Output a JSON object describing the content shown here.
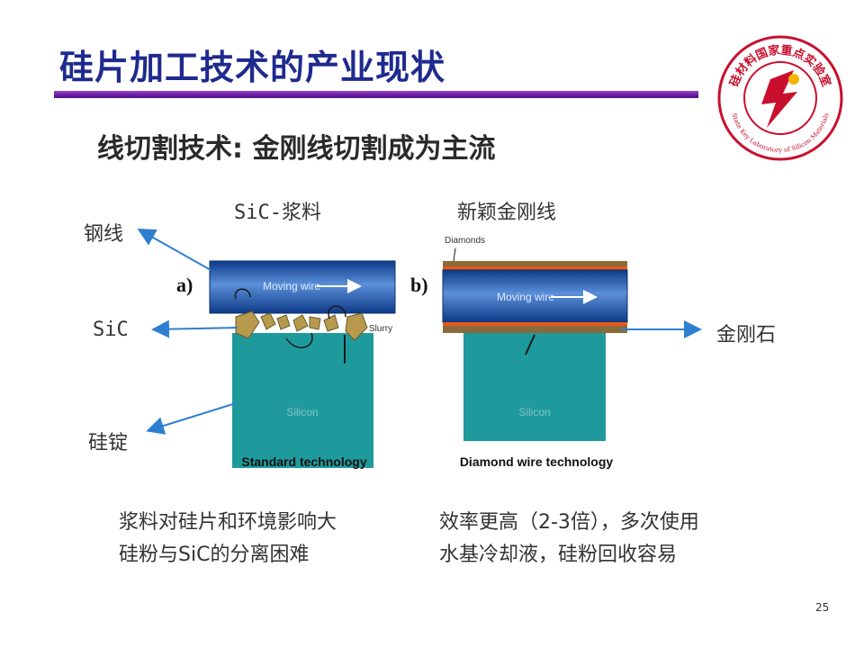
{
  "slide": {
    "title": "硅片加工技术的产业现状",
    "subtitle": "线切割技术: 金刚线切割成为主流",
    "page_number": "25"
  },
  "logo": {
    "text_cn": "硅材料国家重点实验室",
    "text_en": "State Key Laboratory of Silicon Materials"
  },
  "diagram": {
    "left_caption": "SiC-浆料",
    "right_caption": "新颖金刚线",
    "labels": {
      "steel_wire": "钢线",
      "sic": "SiC",
      "ingot": "硅锭",
      "diamond": "金刚石"
    },
    "panel_a": {
      "marker": "a)",
      "wire_text": "Moving wire",
      "slurry_text": "Slurry",
      "block_text": "Silicon",
      "caption": "Standard technology"
    },
    "panel_b": {
      "marker": "b)",
      "diamonds_text": "Diamonds",
      "wire_text": "Moving wire",
      "block_text": "Silicon",
      "caption": "Diamond wire technology"
    }
  },
  "notes": {
    "left": [
      "浆料对硅片和环境影响大",
      "硅粉与SiC的分离困难"
    ],
    "right": [
      "效率更高（2-3倍），多次使用",
      "水基冷却液，硅粉回收容易"
    ]
  },
  "colors": {
    "title": "#1f2a8f",
    "title_bar": "#6a1fa3",
    "wire_blue": "#1b4fa0",
    "silicon_teal": "#1f9a9c",
    "arrow_blue": "#2f7fd0",
    "logo_red": "#c8102e"
  }
}
